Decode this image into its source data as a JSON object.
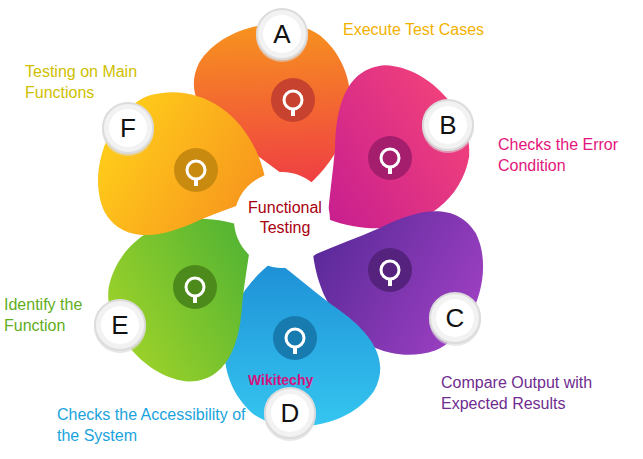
{
  "diagram": {
    "nodes": [
      {
        "text": [
          "A",
          "Execute Test Cases"
        ]
      },
      {
        "text": [
          "B",
          "Checks the Error Condition"
        ]
      },
      {
        "text": [
          "C",
          "Compare Output with Expected Results"
        ]
      },
      {
        "text": [
          "D",
          "Checks the Accessibility of the System"
        ]
      },
      {
        "text": [
          "E",
          "Identify the Function"
        ]
      },
      {
        "text": [
          "F",
          "Testing on Main Functions"
        ]
      }
    ],
    "labels": [
      "Functional Testing",
      "Wikitechy"
    ]
  }
}
